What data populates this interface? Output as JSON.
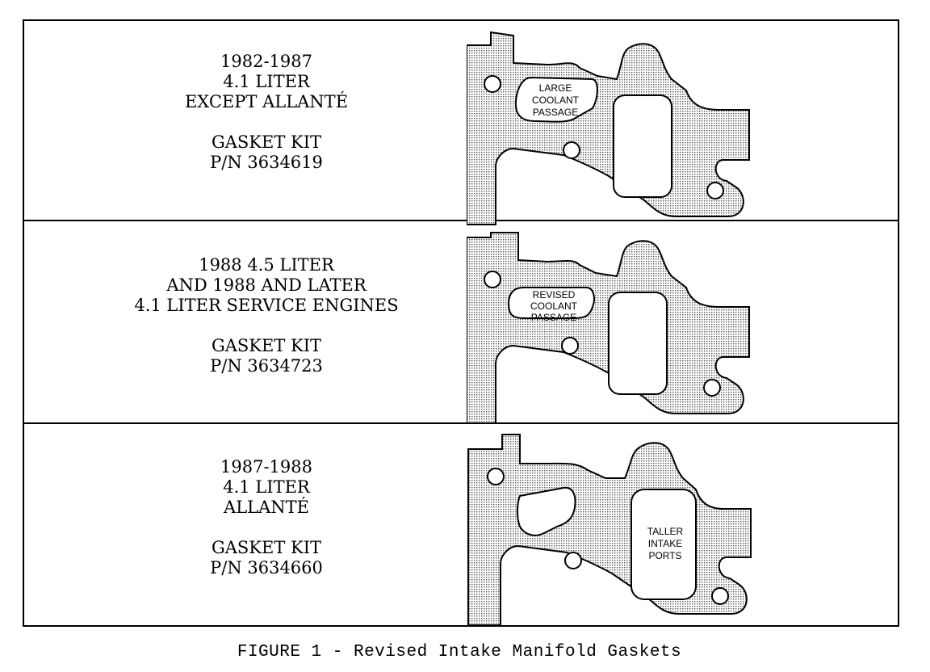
{
  "rows": [
    {
      "heading": [
        "1982-1987",
        "4.1 LITER",
        "EXCEPT ALLANTÉ"
      ],
      "kit": [
        "GASKET KIT",
        "P/N 3634619"
      ],
      "callout": [
        "LARGE",
        "COOLANT",
        "PASSAGE"
      ]
    },
    {
      "heading": [
        "1988 4.5 LITER",
        "AND 1988 AND LATER",
        "4.1 LITER SERVICE ENGINES"
      ],
      "kit": [
        "GASKET KIT",
        "P/N 3634723"
      ],
      "callout": [
        "REVISED",
        "COOLANT",
        "PASSAGE"
      ]
    },
    {
      "heading": [
        "1987-1988",
        "4.1 LITER",
        "ALLANTÉ"
      ],
      "kit": [
        "GASKET KIT",
        "P/N 3634660"
      ],
      "callout": [
        "TALLER",
        "INTAKE",
        "PORTS"
      ]
    }
  ],
  "caption": "FIGURE 1 - Revised Intake Manifold Gaskets",
  "colors": {
    "line": "#000000",
    "gasket_fill": "#c8c8c8",
    "background": "#ffffff"
  }
}
